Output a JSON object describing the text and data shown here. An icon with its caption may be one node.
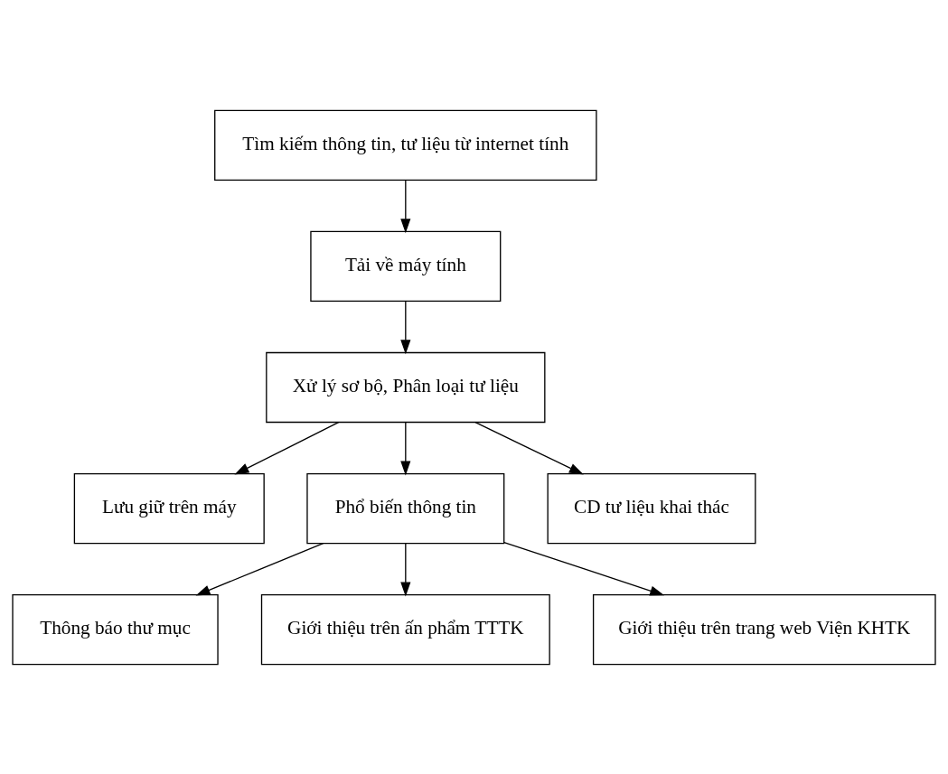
{
  "diagram": {
    "nodes": [
      {
        "text": [
          "Tìm kiếm thông tin, tư liệu từ internet tính"
        ]
      },
      {
        "text": [
          "Tải về máy tính"
        ]
      },
      {
        "text": [
          "Xử lý sơ bộ, Phân loại tư liệu"
        ]
      },
      {
        "text": [
          "Lưu giữ trên máy"
        ]
      },
      {
        "text": [
          "Phổ biến thông tin"
        ]
      },
      {
        "text": [
          "CD tư liệu khai thác"
        ]
      },
      {
        "text": [
          "Thông báo thư mục"
        ]
      },
      {
        "text": [
          "Giới thiệu trên ấn phẩm TTTK"
        ]
      },
      {
        "text": [
          "Giới thiệu trên trang web Viện KHTK"
        ]
      }
    ],
    "edges": [
      {
        "from": 0,
        "to": 1,
        "arrow": "to"
      },
      {
        "from": 1,
        "to": 2,
        "arrow": "to"
      },
      {
        "from": 2,
        "to": 3,
        "arrow": "to"
      },
      {
        "from": 2,
        "to": 4,
        "arrow": "to"
      },
      {
        "from": 2,
        "to": 5,
        "arrow": "to"
      },
      {
        "from": 4,
        "to": 6,
        "arrow": "to"
      },
      {
        "from": 4,
        "to": 7,
        "arrow": "to"
      },
      {
        "from": 4,
        "to": 8,
        "arrow": "to"
      }
    ]
  }
}
